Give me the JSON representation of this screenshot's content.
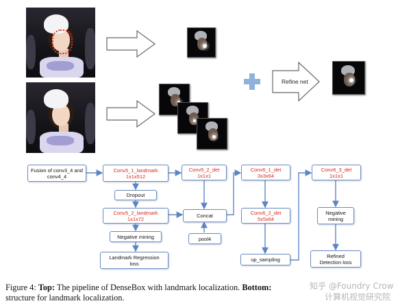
{
  "caption": {
    "label": "Figure 4:",
    "top_bold": "Top:",
    "top_text": "The pipeline of DenseBox with landmark localization.",
    "bottom_bold": "Bottom:",
    "bottom_text": "structure for landmark localization."
  },
  "watermark": {
    "line1": "知乎 @Foundry Crow",
    "line2": "计算机视觉研究院"
  },
  "pipeline": {
    "refine_label": "Refine net"
  },
  "network": {
    "fusion": {
      "line1": "Fusion of conv3_4 and",
      "line2": "conv4_4"
    },
    "conv5_1_landmark": {
      "name": "Conv5_1_landmark",
      "shape": "1x1x512"
    },
    "dropout": {
      "name": "Dropout"
    },
    "conv5_2_landmark": {
      "name": "Conv5_2_landmark",
      "shape": "1x1x72"
    },
    "negative_mining_1": {
      "name": "Negative mining"
    },
    "landmark_loss": {
      "line1": "Landmark Regression",
      "line2": "loss"
    },
    "conv5_2_det": {
      "name": "Conv5_2_det",
      "shape": "1x1x1"
    },
    "concat": {
      "name": "Concat"
    },
    "pool4": {
      "name": "pool4"
    },
    "conv6_1_det": {
      "name": "Conv6_1_det",
      "shape": "3x3x64"
    },
    "conv6_2_det": {
      "name": "Conv6_2_det",
      "shape": "5x5x64"
    },
    "up_sampling": {
      "name": "up_sampling"
    },
    "conv6_3_det": {
      "name": "Conv6_3_det",
      "shape": "1x1x1"
    },
    "negative_mining_2": {
      "line1": "Negative",
      "line2": "mining"
    },
    "refined_loss": {
      "line1": "Refined",
      "line2": "Detection loss"
    }
  },
  "colors": {
    "box_border": "#6a8cc0",
    "connector": "#5b85c4",
    "layer_name": "#d8281c",
    "plus": "#8fb1dc"
  }
}
